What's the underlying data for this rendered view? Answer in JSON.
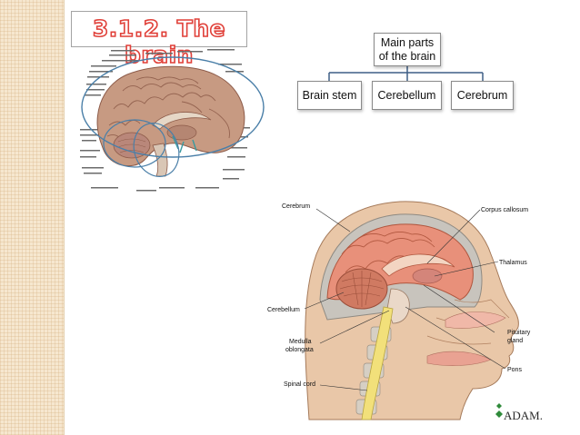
{
  "slide": {
    "title": "3.1.2.  The brain"
  },
  "org_chart": {
    "root": "Main parts\nof the brain",
    "children": [
      "Brain stem",
      "Cerebellum",
      "Cerebrum"
    ]
  },
  "head_diagram": {
    "labels": {
      "cerebrum": "Cerebrum",
      "corpus_callosum": "Corpus callosum",
      "thalamus": "Thalamus",
      "cerebellum": "Cerebellum",
      "medulla": "Medulla\noblongata",
      "pituitary": "Pituitary\ngland",
      "pons": "Pons",
      "spinal_cord": "Spinal cord"
    },
    "logo": "ADAM."
  },
  "colors": {
    "title_outline": "#e0413a",
    "highlight_ellipse": "#4a7fa8",
    "cerebrum": "#e8907a",
    "spinal_cord": "#f2e07a"
  }
}
